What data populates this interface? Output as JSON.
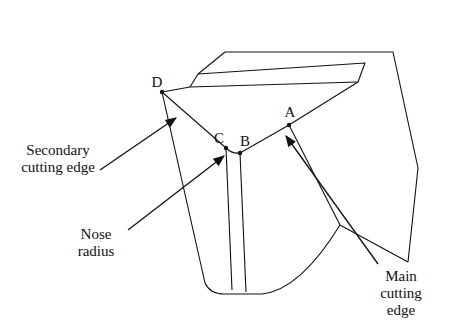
{
  "diagram": {
    "labels": [
      "D",
      "C",
      "B",
      "A",
      "Secondary cutting edge",
      "Nose radius",
      "Main cutting edge"
    ]
  }
}
